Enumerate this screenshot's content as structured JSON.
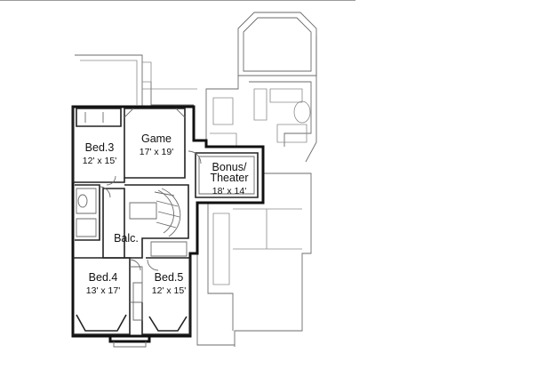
{
  "rooms": [
    {
      "id": "bed3",
      "name": "Bed.3",
      "dims": "12' x 15'"
    },
    {
      "id": "game",
      "name": "Game",
      "dims": "17' x 19'"
    },
    {
      "id": "bonus",
      "name": "Bonus/",
      "name2": "Theater",
      "dims": "18' x 14'"
    },
    {
      "id": "balc",
      "name": "Balc.",
      "dims": ""
    },
    {
      "id": "bed4",
      "name": "Bed.4",
      "dims": "13' x 17'"
    },
    {
      "id": "bed5",
      "name": "Bed.5",
      "dims": "12' x 15'"
    }
  ],
  "colors": {
    "wall": "#111111",
    "detail": "#6b6b6b",
    "background": "#ffffff"
  }
}
